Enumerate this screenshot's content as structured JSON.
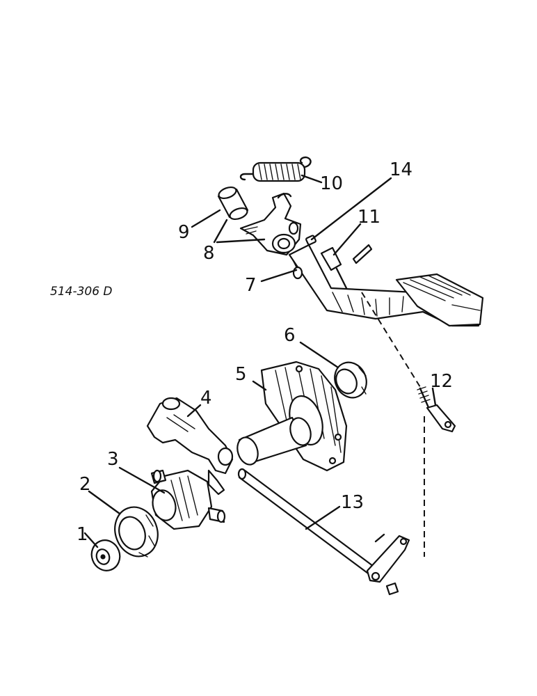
{
  "drawing_code": "514-306 D",
  "callouts": [
    {
      "id": "1",
      "label": "1"
    },
    {
      "id": "2",
      "label": "2"
    },
    {
      "id": "3",
      "label": "3"
    },
    {
      "id": "4",
      "label": "4"
    },
    {
      "id": "5",
      "label": "5"
    },
    {
      "id": "6",
      "label": "6"
    },
    {
      "id": "7",
      "label": "7"
    },
    {
      "id": "8",
      "label": "8"
    },
    {
      "id": "9",
      "label": "9"
    },
    {
      "id": "10",
      "label": "10"
    },
    {
      "id": "11",
      "label": "11"
    },
    {
      "id": "12",
      "label": "12"
    },
    {
      "id": "13",
      "label": "13"
    },
    {
      "id": "14",
      "label": "14"
    }
  ]
}
